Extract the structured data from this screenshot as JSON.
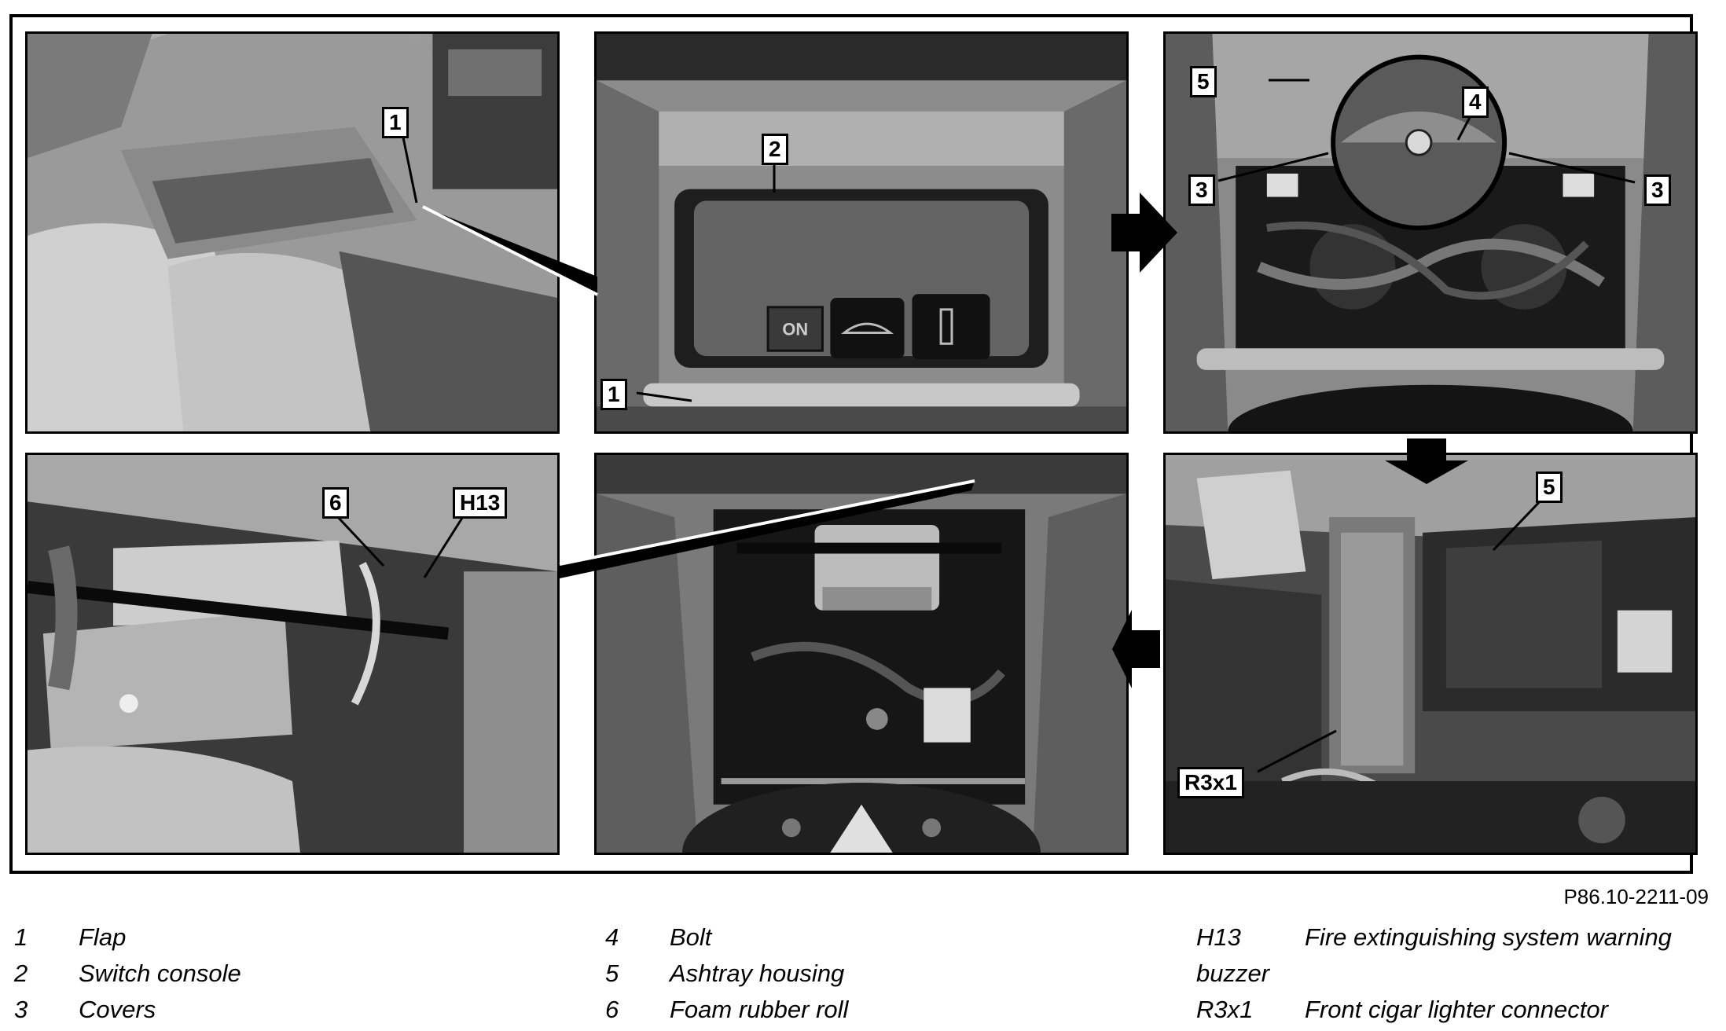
{
  "figure_id": "P86.10-2211-09",
  "callouts": {
    "p1": [
      "1"
    ],
    "p2": [
      "2",
      "1"
    ],
    "p3": [
      "5",
      "4",
      "3",
      "3"
    ],
    "p4": [
      "5",
      "R3x1"
    ],
    "p6": [
      "6",
      "H13"
    ]
  },
  "legend": [
    {
      "key": "1",
      "text": "Flap"
    },
    {
      "key": "2",
      "text": "Switch console"
    },
    {
      "key": "3",
      "text": "Covers"
    },
    {
      "key": "4",
      "text": "Bolt"
    },
    {
      "key": "5",
      "text": "Ashtray housing"
    },
    {
      "key": "6",
      "text": "Foam rubber roll"
    },
    {
      "key": "H13",
      "text": "Fire extinguishing system warning",
      "continuation": "buzzer"
    },
    {
      "key": "R3x1",
      "text": "Front cigar lighter connector"
    }
  ],
  "switch_labels": {
    "on_button": "ON"
  }
}
